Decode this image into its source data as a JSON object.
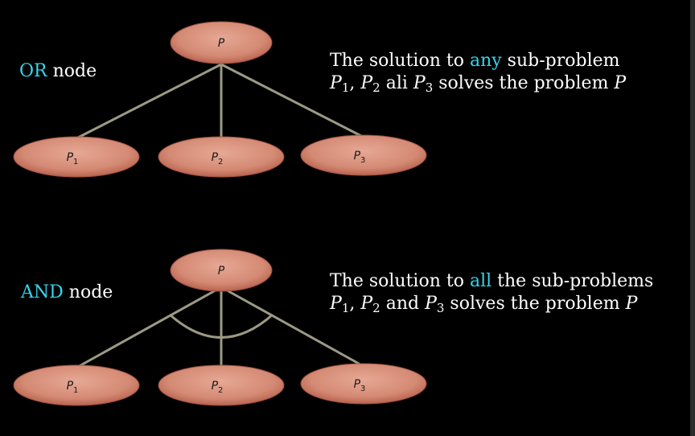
{
  "or_section": {
    "label_keyword": "OR",
    "label_rest": " node",
    "root": "P",
    "children": [
      {
        "base": "P",
        "sub": "1"
      },
      {
        "base": "P",
        "sub": "2"
      },
      {
        "base": "P",
        "sub": "3"
      }
    ],
    "description": {
      "line1_start": "The solution to ",
      "line1_highlight": "any",
      "line1_end": " sub-problem",
      "p1": "P",
      "p1_sub": "1",
      "sep1": ", ",
      "p2": "P",
      "p2_sub": "2",
      "connector": " ali ",
      "p3": "P",
      "p3_sub": "3",
      "line2_end": " solves the problem ",
      "line2_p": "P"
    }
  },
  "and_section": {
    "label_keyword": "AND",
    "label_rest": " node",
    "root": "P",
    "children": [
      {
        "base": "P",
        "sub": "1"
      },
      {
        "base": "P",
        "sub": "2"
      },
      {
        "base": "P",
        "sub": "3"
      }
    ],
    "description": {
      "line1_start": "The solution to ",
      "line1_highlight": "all",
      "line1_end": " the sub-problems",
      "p1": "P",
      "p1_sub": "1",
      "sep1": ", ",
      "p2": "P",
      "p2_sub": "2",
      "connector": " and ",
      "p3": "P",
      "p3_sub": "3",
      "line2_end": " solves the problem ",
      "line2_p": "P"
    }
  },
  "colors": {
    "background": "#000000",
    "highlight": "#33d6ec",
    "node_fill": "#d9937e",
    "edge": "#9c9a84"
  }
}
